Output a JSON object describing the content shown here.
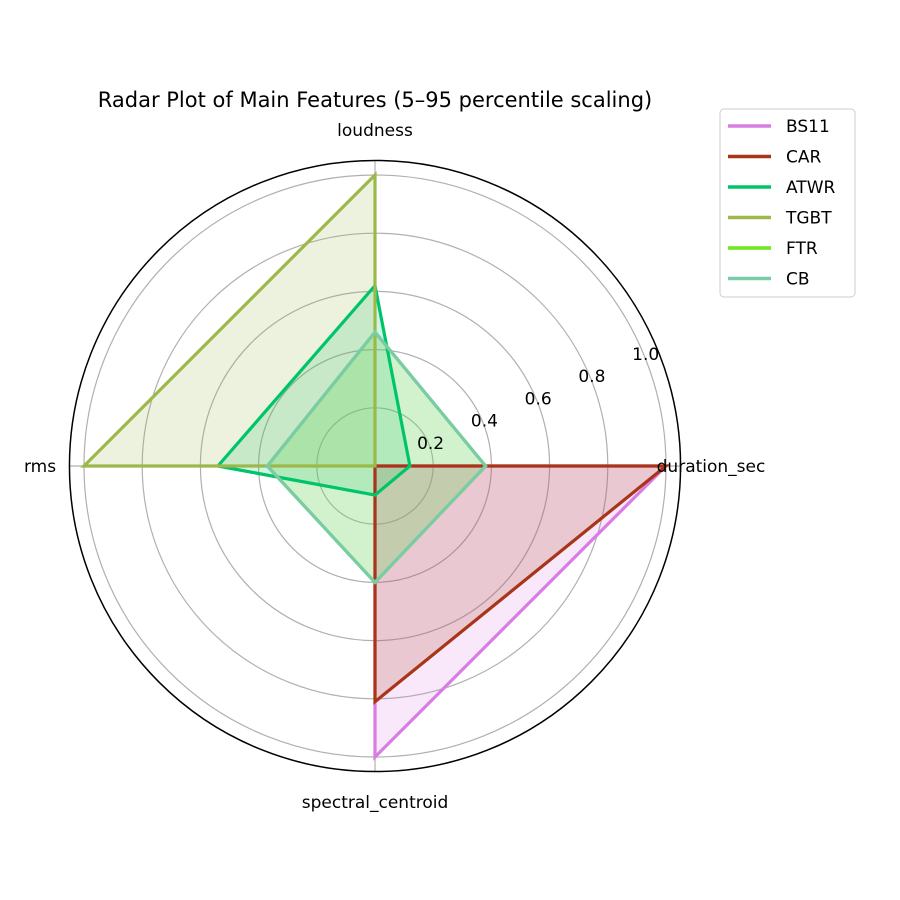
{
  "chart_data": {
    "type": "radar",
    "title": "Radar Plot of Main Features (5–95 percentile scaling)",
    "axes": [
      "duration_sec",
      "loudness",
      "rms",
      "spectral_centroid"
    ],
    "radial_ticks": [
      0.2,
      0.4,
      0.6,
      0.8,
      1.0
    ],
    "radial_tick_labels": [
      "0.2",
      "0.4",
      "0.6",
      "0.8",
      "1.0"
    ],
    "rlim": [
      0,
      1.05
    ],
    "grid": true,
    "legend_position": "upper right (outside)",
    "series": [
      {
        "name": "BS11",
        "color": "#d97de3",
        "values": [
          1.0,
          0.0,
          0.0,
          1.0
        ]
      },
      {
        "name": "CAR",
        "color": "#a93518",
        "values": [
          1.0,
          0.0,
          0.0,
          0.81
        ]
      },
      {
        "name": "ATWR",
        "color": "#00c46a",
        "values": [
          0.12,
          0.62,
          0.54,
          0.1
        ]
      },
      {
        "name": "TGBT",
        "color": "#9cb84a",
        "values": [
          0.0,
          1.0,
          1.0,
          0.0
        ]
      },
      {
        "name": "FTR",
        "color": "#6fe61e",
        "values": [
          0.38,
          0.46,
          0.37,
          0.4
        ]
      },
      {
        "name": "CB",
        "color": "#7acba7",
        "values": [
          0.38,
          0.46,
          0.37,
          0.4
        ]
      }
    ]
  }
}
